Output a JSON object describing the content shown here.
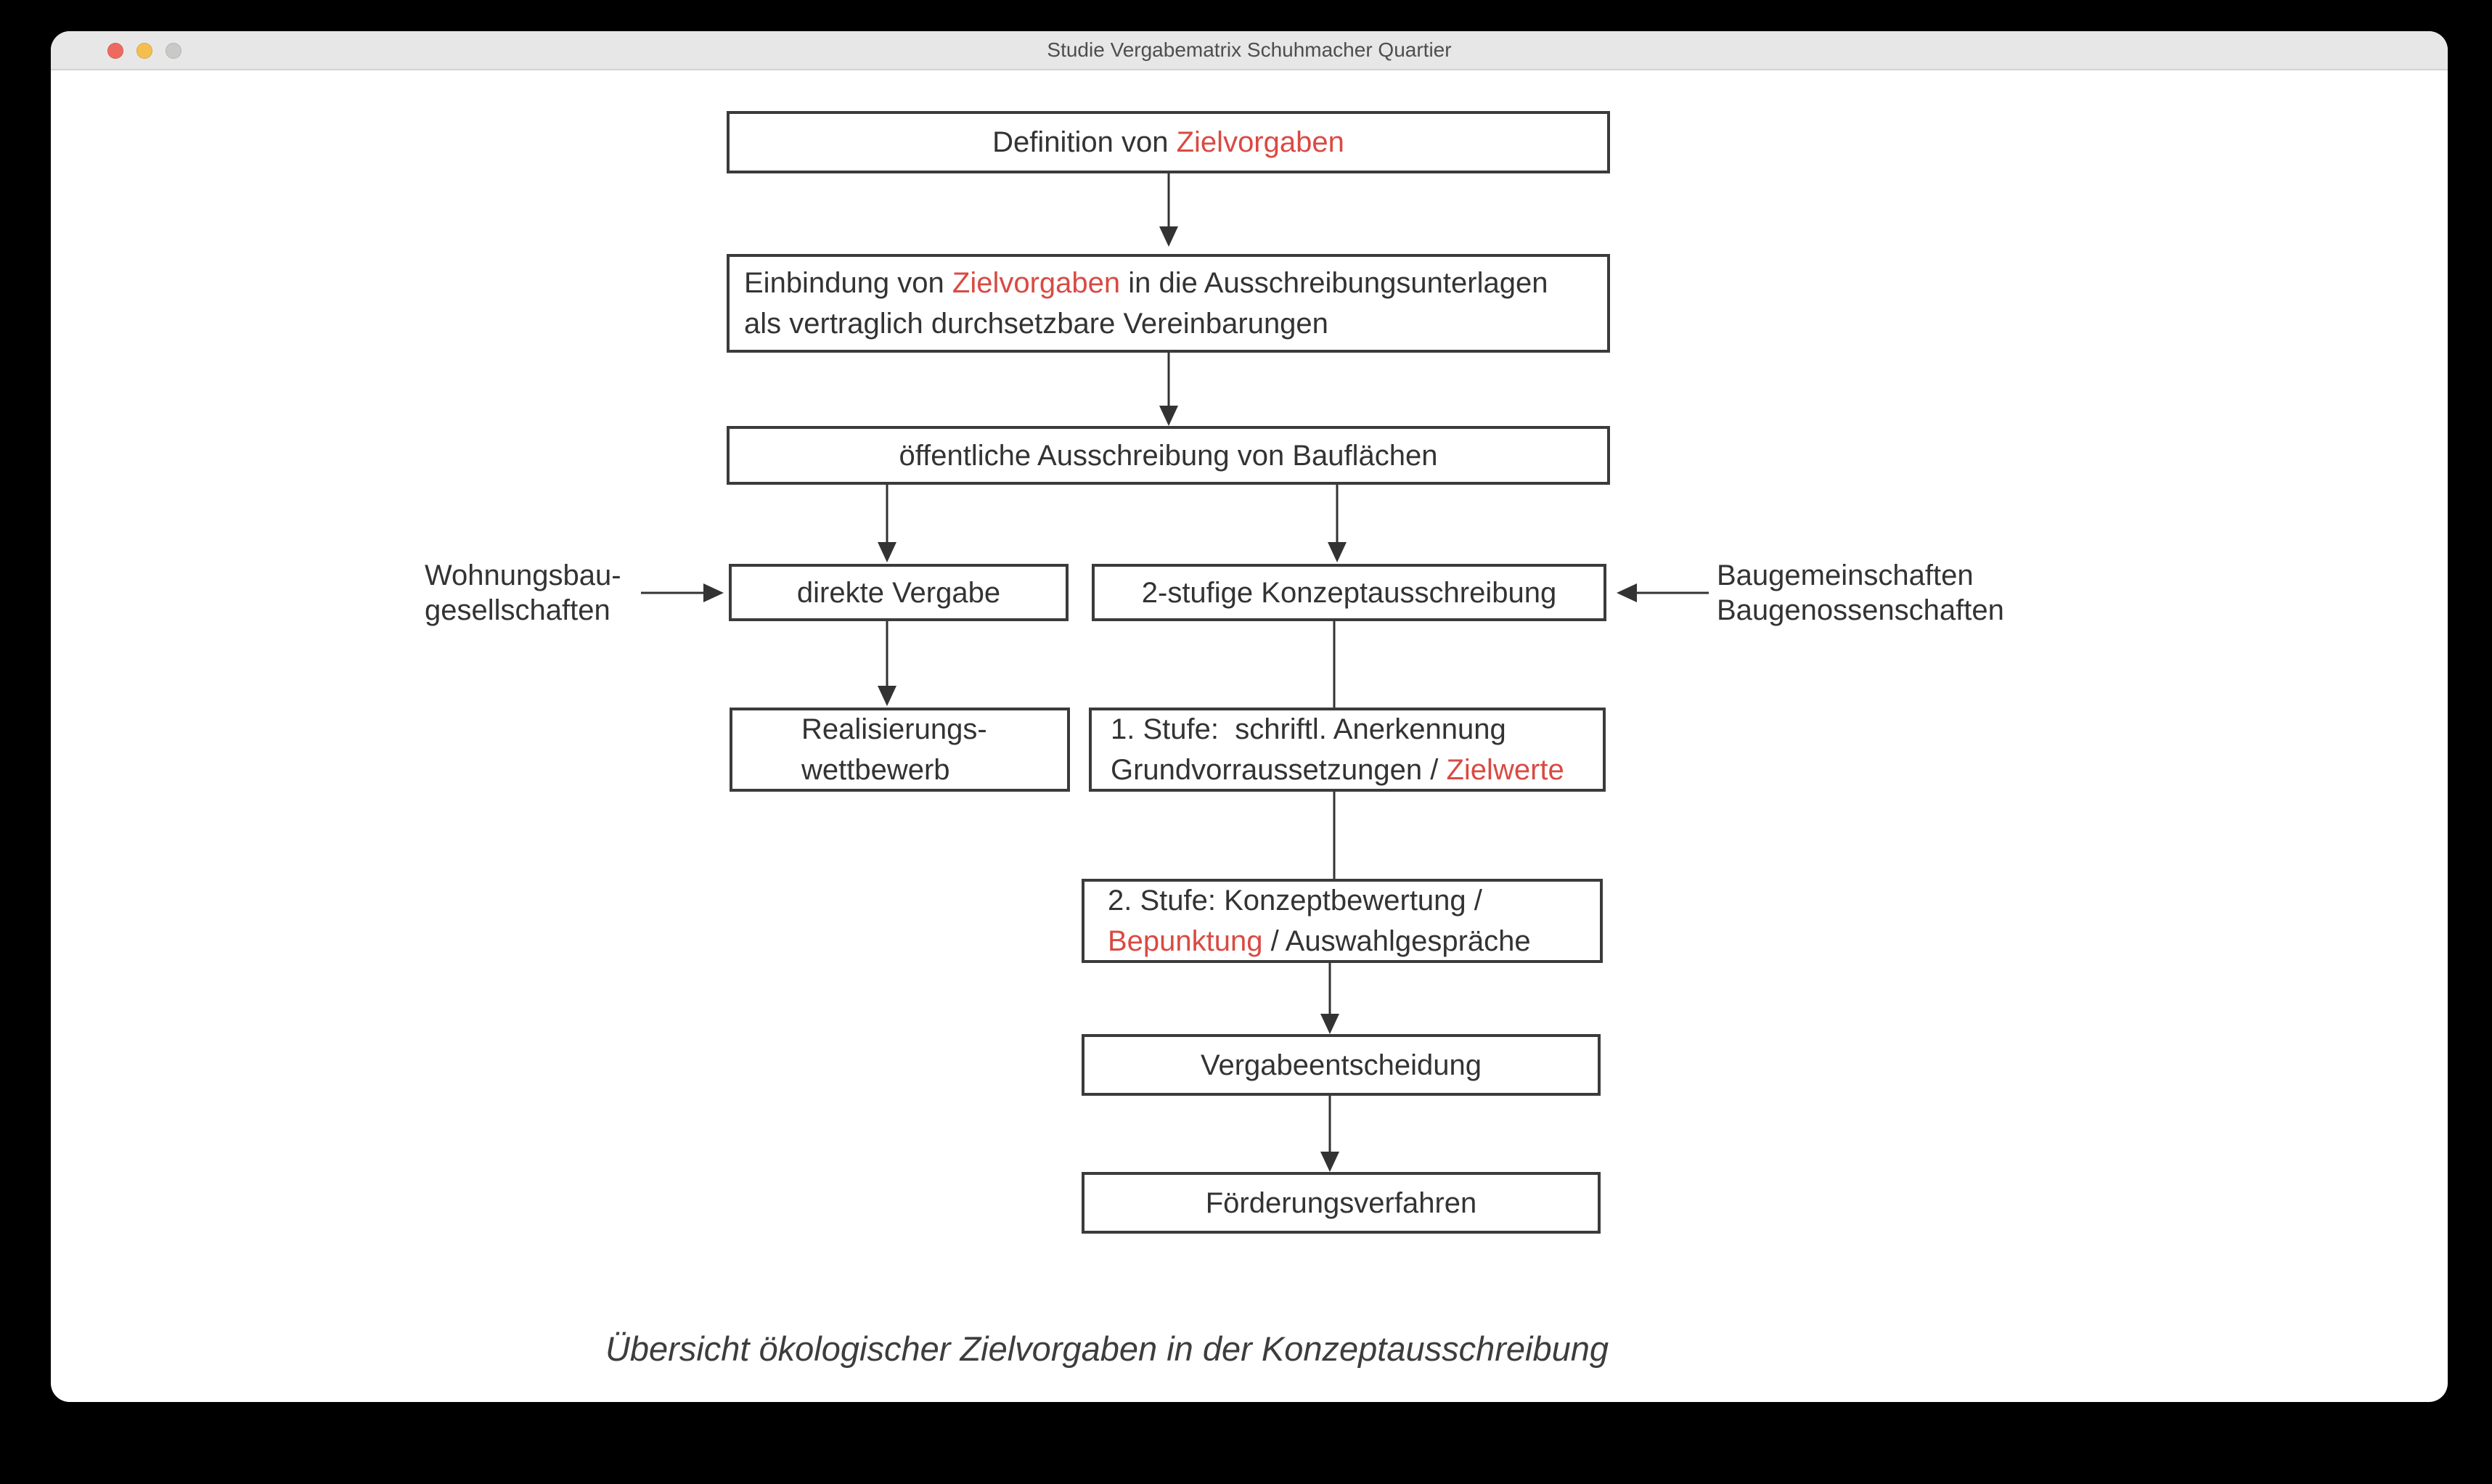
{
  "window": {
    "title": "Studie Vergabematrix Schuhmacher Quartier",
    "traffic_lights": [
      "close",
      "minimize",
      "zoom-disabled"
    ]
  },
  "colors": {
    "page_bg": "#000000",
    "window_bg": "#ffffff",
    "titlebar_bg": "#e7e7e7",
    "titlebar_border": "#d2d2d2",
    "title_text": "#4e4e4e",
    "diagram_text": "#333333",
    "red_text": "#d94a43",
    "box_border": "#3b3b3b",
    "line_color": "#333333",
    "close_red": "#ee6a5f",
    "min_yellow": "#f5bf4f",
    "zoom_gray": "#c9c9c7"
  },
  "diagram": {
    "boxes": {
      "definition": {
        "segments": [
          {
            "t": "Definition von ",
            "red": false
          },
          {
            "t": "Zielvorgaben",
            "red": true
          }
        ]
      },
      "einbindung": {
        "line1": [
          {
            "t": "Einbindung von ",
            "red": false
          },
          {
            "t": "Zielvorgaben",
            "red": true
          },
          {
            "t": " in die Ausschreibungsunterlagen",
            "red": false
          }
        ],
        "line2": [
          {
            "t": "als vertraglich durchsetzbare Vereinbarungen",
            "red": false
          }
        ]
      },
      "oeffentliche_ausschreibung": {
        "label": "öffentliche Ausschreibung von Bauflächen"
      },
      "direkte_vergabe": {
        "label": "direkte Vergabe"
      },
      "konzeptausschreibung": {
        "label": "2-stufige Konzeptausschreibung"
      },
      "realisierungswettbewerb": {
        "line1": "Realisierungs-",
        "line2": "wettbewerb"
      },
      "stufe1": {
        "line1": "1. Stufe:  schriftl. Anerkennung",
        "line2": [
          {
            "t": "Grundvorraussetzungen / ",
            "red": false
          },
          {
            "t": "Zielwerte",
            "red": true
          }
        ]
      },
      "stufe2": {
        "line1": "2. Stufe: Konzeptbewertung /",
        "line2": [
          {
            "t": "Bepunktung",
            "red": true
          },
          {
            "t": " / Auswahlgespräche",
            "red": false
          }
        ]
      },
      "vergabeentscheidung": {
        "label": "Vergabeentscheidung"
      },
      "foerderungsverfahren": {
        "label": "Förderungsverfahren"
      }
    },
    "side_labels": {
      "left": {
        "line1": "Wohnungsbau-",
        "line2": "gesellschaften"
      },
      "right": {
        "line1": "Baugemeinschaften",
        "line2": "Baugenossenschaften"
      }
    },
    "caption": "Übersicht ökologischer Zielvorgaben in der Konzeptausschreibung"
  }
}
